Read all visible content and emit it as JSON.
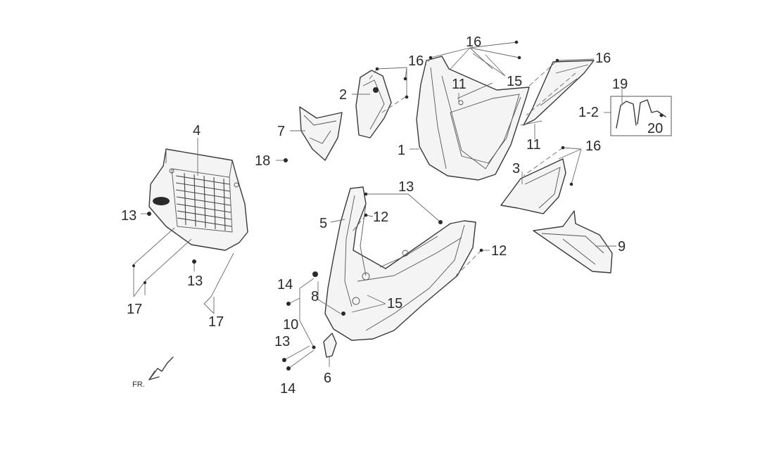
{
  "callouts": {
    "c1": "1",
    "c1_2": "1-2",
    "c2": "2",
    "c3": "3",
    "c4": "4",
    "c5": "5",
    "c6": "6",
    "c7": "7",
    "c8": "8",
    "c9": "9",
    "c10": "10",
    "c11a": "11",
    "c11b": "11",
    "c12a": "12",
    "c12b": "12",
    "c13a": "13",
    "c13b": "13",
    "c13c": "13",
    "c13d": "13",
    "c14a": "14",
    "c14b": "14",
    "c15a": "15",
    "c15b": "15",
    "c16a": "16",
    "c16b": "16",
    "c16c": "16",
    "c16d": "16",
    "c17a": "17",
    "c17b": "17",
    "c18": "18",
    "c19": "19",
    "c20": "20"
  },
  "direction_marker": "FR."
}
